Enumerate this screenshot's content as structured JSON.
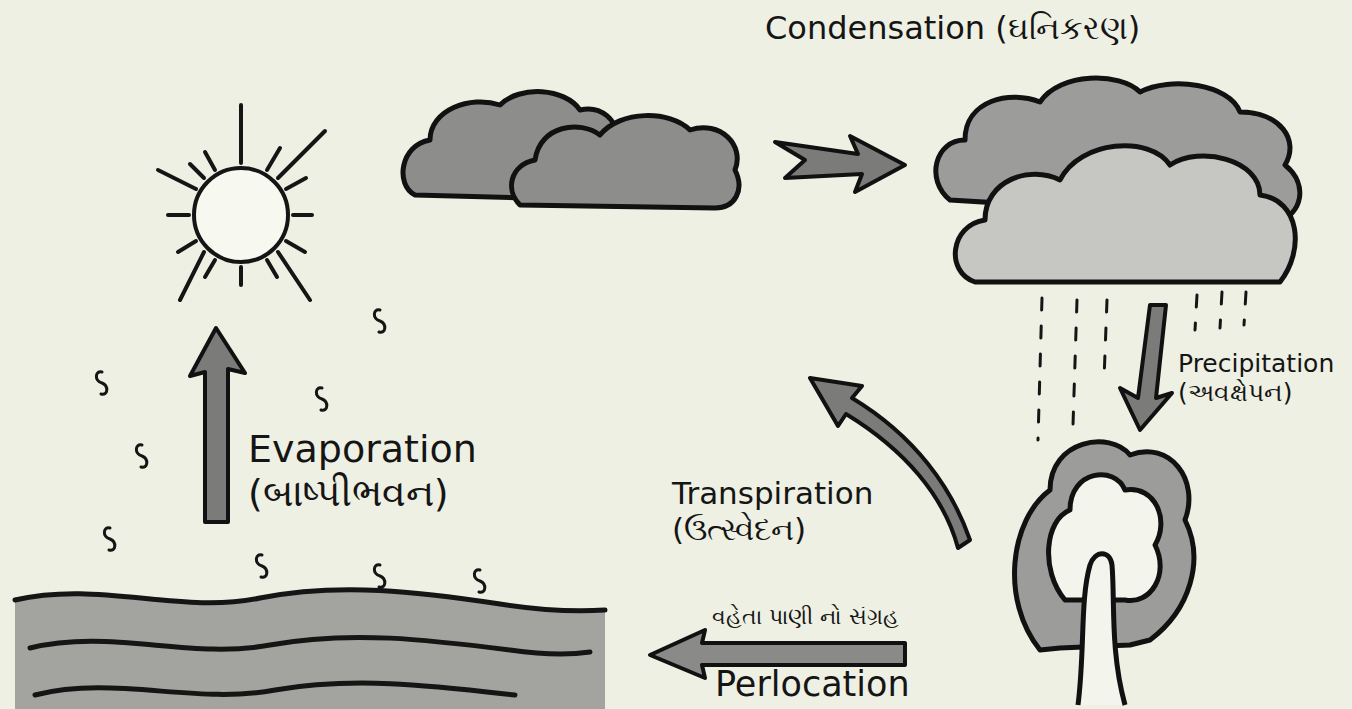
{
  "diagram": {
    "labels": [
      "Condensation (ઘનિકરણ)",
      "Precipitation (અવક્ષેપન)",
      "Evaporation (બાષ્પીભવન)",
      "Transpiration (ઉત્સ્વેદન)",
      "વહેતા પાણી નો સંગ્રહ",
      "Perlocation"
    ]
  }
}
